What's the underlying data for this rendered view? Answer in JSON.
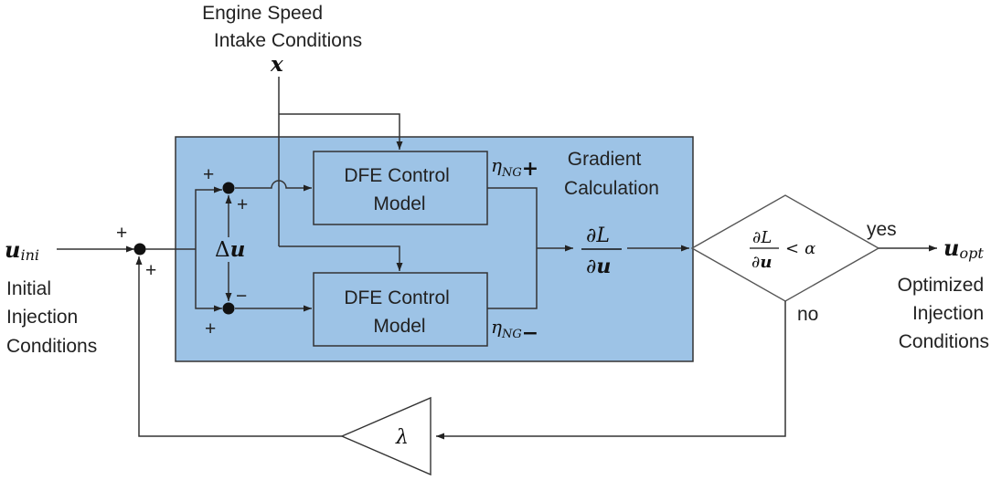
{
  "inputs": {
    "engine_speed": "Engine Speed",
    "intake_conditions": "Intake Conditions",
    "x_symbol": "x",
    "u_symbol": "u",
    "u_ini_sub": "ini",
    "initial_line1": "Initial",
    "initial_line2": "Injection",
    "initial_line3": "Conditions"
  },
  "gradient_block": {
    "title_line1": "Gradient",
    "title_line2": "Calculation",
    "fill_color": "#9dc3e6",
    "model_top_line1": "DFE Control",
    "model_top_line2": "Model",
    "model_bottom_line1": "DFE Control",
    "model_bottom_line2": "Model",
    "eta_symbol": "η",
    "eta_sub": "NG",
    "eta_plus": "+",
    "eta_minus": "−",
    "delta": "Δ",
    "partial": "∂",
    "L_symbol": "L",
    "sign_plus": "+",
    "sign_minus": "−"
  },
  "decision": {
    "alpha": "α",
    "less_than": "<",
    "yes_label": "yes",
    "no_label": "no"
  },
  "output": {
    "u_opt_sub": "opt",
    "optimized_line1": "Optimized",
    "optimized_line2": "Injection",
    "optimized_line3": "Conditions"
  },
  "feedback": {
    "gain_symbol": "λ"
  }
}
